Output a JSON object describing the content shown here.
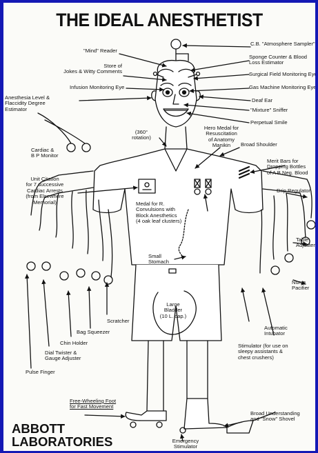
{
  "title": "THE IDEAL ANESTHETIST",
  "labels": {
    "cb_sampler": "C.B. \"Atmosphere Sampler\"",
    "mind_reader": "\"Mind\" Reader",
    "sponge_counter": "Sponge Counter & Blood\nLoss Estimator",
    "jokes": "Store of\nJokes & Witty Comments",
    "surgical_field": "Surgical Field Monitoring Eye",
    "infusion_eye": "Infusion Monitoring Eye",
    "gas_machine": "Gas Machine Monitoring Eye",
    "anesthesia_level": "Anesthesia Level &\nFlaccidity Degree\nEstimator",
    "deaf_ear": "Deaf Ear",
    "mixture_sniffer": "\"Mixture\" Sniffer",
    "perpetual_smile": "Perpetual Smile",
    "rotation": "(360°\nrotation)",
    "hero_medal": "Hero Medal for\nResuscitation\nof Anatomy\nManikin",
    "broad_shoulder": "Broad Shoulder",
    "cardiac_monitor": "Cardiac &\nB P Monitor",
    "merit_bars": "Merit Bars for\nDropping Bottles\nof A B Neg. Blood",
    "unit_citation": "Unit Citation\nfor 7 successive\nCardiac Arrests\n(from Elsewhere\nMemorial)",
    "drip_regulator": "Drip Regulator",
    "medal_convulsions": "Medal for R.\nConvulsions with\nBlock Anesthetics\n(4 oak leaf clusters)",
    "table_adjuster": "Table\nAdjuster",
    "small_stomach": "Small\nStomach",
    "nurse_pacifier": "Nurse\nPacifier",
    "large_bladder": "Large\nBladder\n(10 L. cap.)",
    "scratcher": "Scratcher",
    "automatic_intubator": "Automatic\nIntubator",
    "bag_squeezer": "Bag Squeezer",
    "chin_holder": "Chin Holder",
    "dial_twister": "Dial Twister &\nGauge Adjuster",
    "stimulator": "Stimulator (for use on\nsleepy assistants &\nchest crushers)",
    "pulse_finger": "Pulse Finger",
    "free_wheeling": "Free-Wheeling Foot\nfor Fast Movement",
    "broad_understanding": "Broad Understanding\nand \"Snow\" Shovel",
    "emergency_stimulator": "Emergency\nStimulator"
  },
  "company": "ABBOTT\nLABORATORIES"
}
